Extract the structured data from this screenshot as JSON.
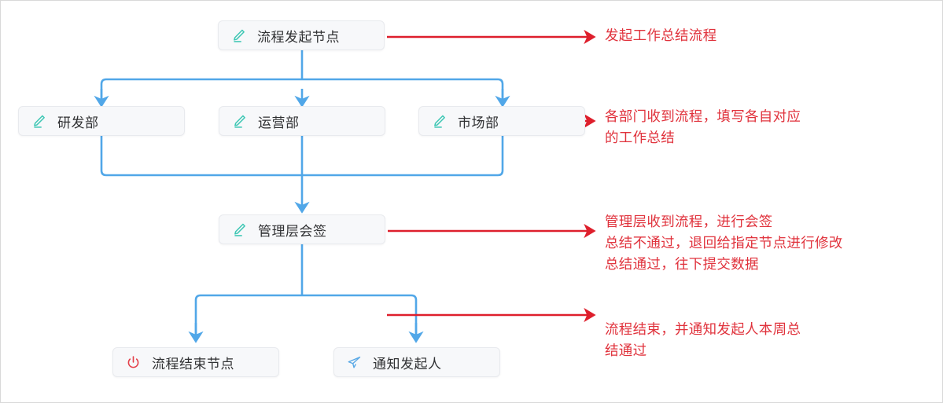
{
  "diagram": {
    "title": "workflow-approval-flowchart",
    "colors": {
      "node_bg": "#f7f8fa",
      "node_border": "#e8eaee",
      "node_text": "#303133",
      "wire_blue": "#51a7e8",
      "annotation_red": "#e0323c",
      "edit_icon_teal": "#3ec7b4",
      "power_icon_red": "#e4404a",
      "send_icon_blue": "#5aa9e6"
    },
    "nodes": [
      {
        "id": "start",
        "label": "流程发起节点",
        "icon": "pencil-edit-icon"
      },
      {
        "id": "rd",
        "label": "研发部",
        "icon": "pencil-edit-icon"
      },
      {
        "id": "op",
        "label": "运营部",
        "icon": "pencil-edit-icon"
      },
      {
        "id": "mk",
        "label": "市场部",
        "icon": "pencil-edit-icon"
      },
      {
        "id": "mgr",
        "label": "管理层会签",
        "icon": "pencil-edit-icon"
      },
      {
        "id": "end",
        "label": "流程结束节点",
        "icon": "power-off-icon"
      },
      {
        "id": "notify",
        "label": "通知发起人",
        "icon": "paper-plane-send-icon"
      }
    ],
    "annotations": [
      {
        "id": "note-1",
        "target": "start",
        "text": "发起工作总结流程"
      },
      {
        "id": "note-2",
        "target": "mk",
        "text": "各部门收到流程，填写各自对应\n的工作总结"
      },
      {
        "id": "note-3",
        "target": "mgr",
        "text": "管理层收到流程，进行会签\n总结不通过，退回给指定节点进行修改\n总结通过，往下提交数据"
      },
      {
        "id": "note-4",
        "target": "notify",
        "text": "流程结束，并通知发起人本周总\n结通过"
      }
    ]
  }
}
